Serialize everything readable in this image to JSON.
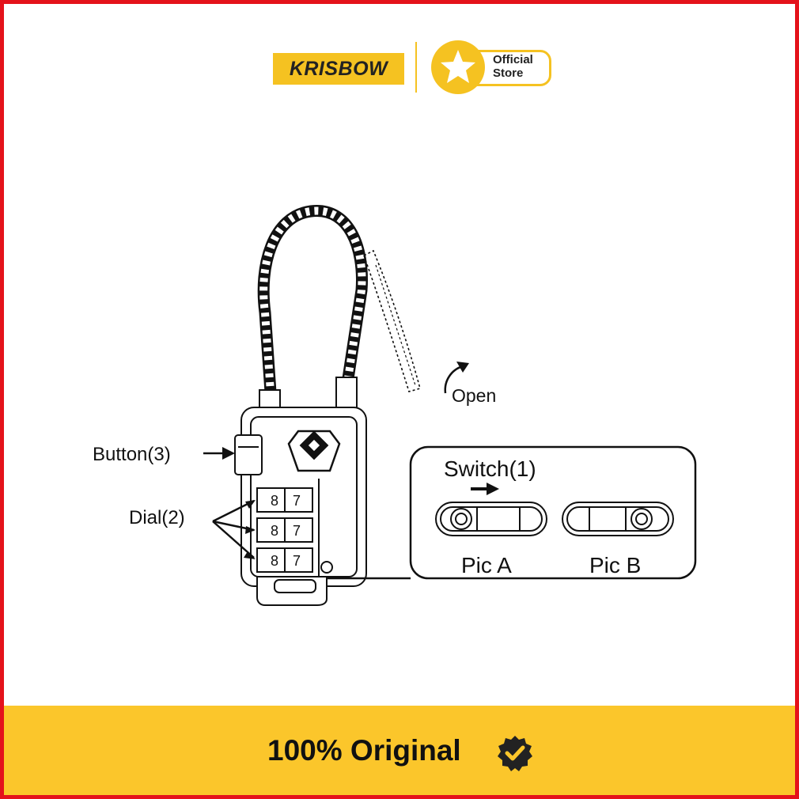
{
  "brand": {
    "name": "KRISBOW",
    "badge_line1": "Official",
    "badge_line2": "Store"
  },
  "diagram": {
    "button_label": "Button(3)",
    "dial_label": "Dial(2)",
    "open_label": "Open",
    "switch_label": "Switch(1)",
    "pic_a_label": "Pic A",
    "pic_b_label": "Pic B",
    "dial_digits": [
      "8",
      "7"
    ]
  },
  "footer": {
    "text": "100% Original"
  },
  "colors": {
    "frame": "#e4121b",
    "brand_yellow": "#f5c221",
    "footer_yellow": "#fbc62b",
    "ink": "#111111"
  },
  "icons": {
    "badge": "star-icon",
    "footer": "verified-check-icon"
  }
}
